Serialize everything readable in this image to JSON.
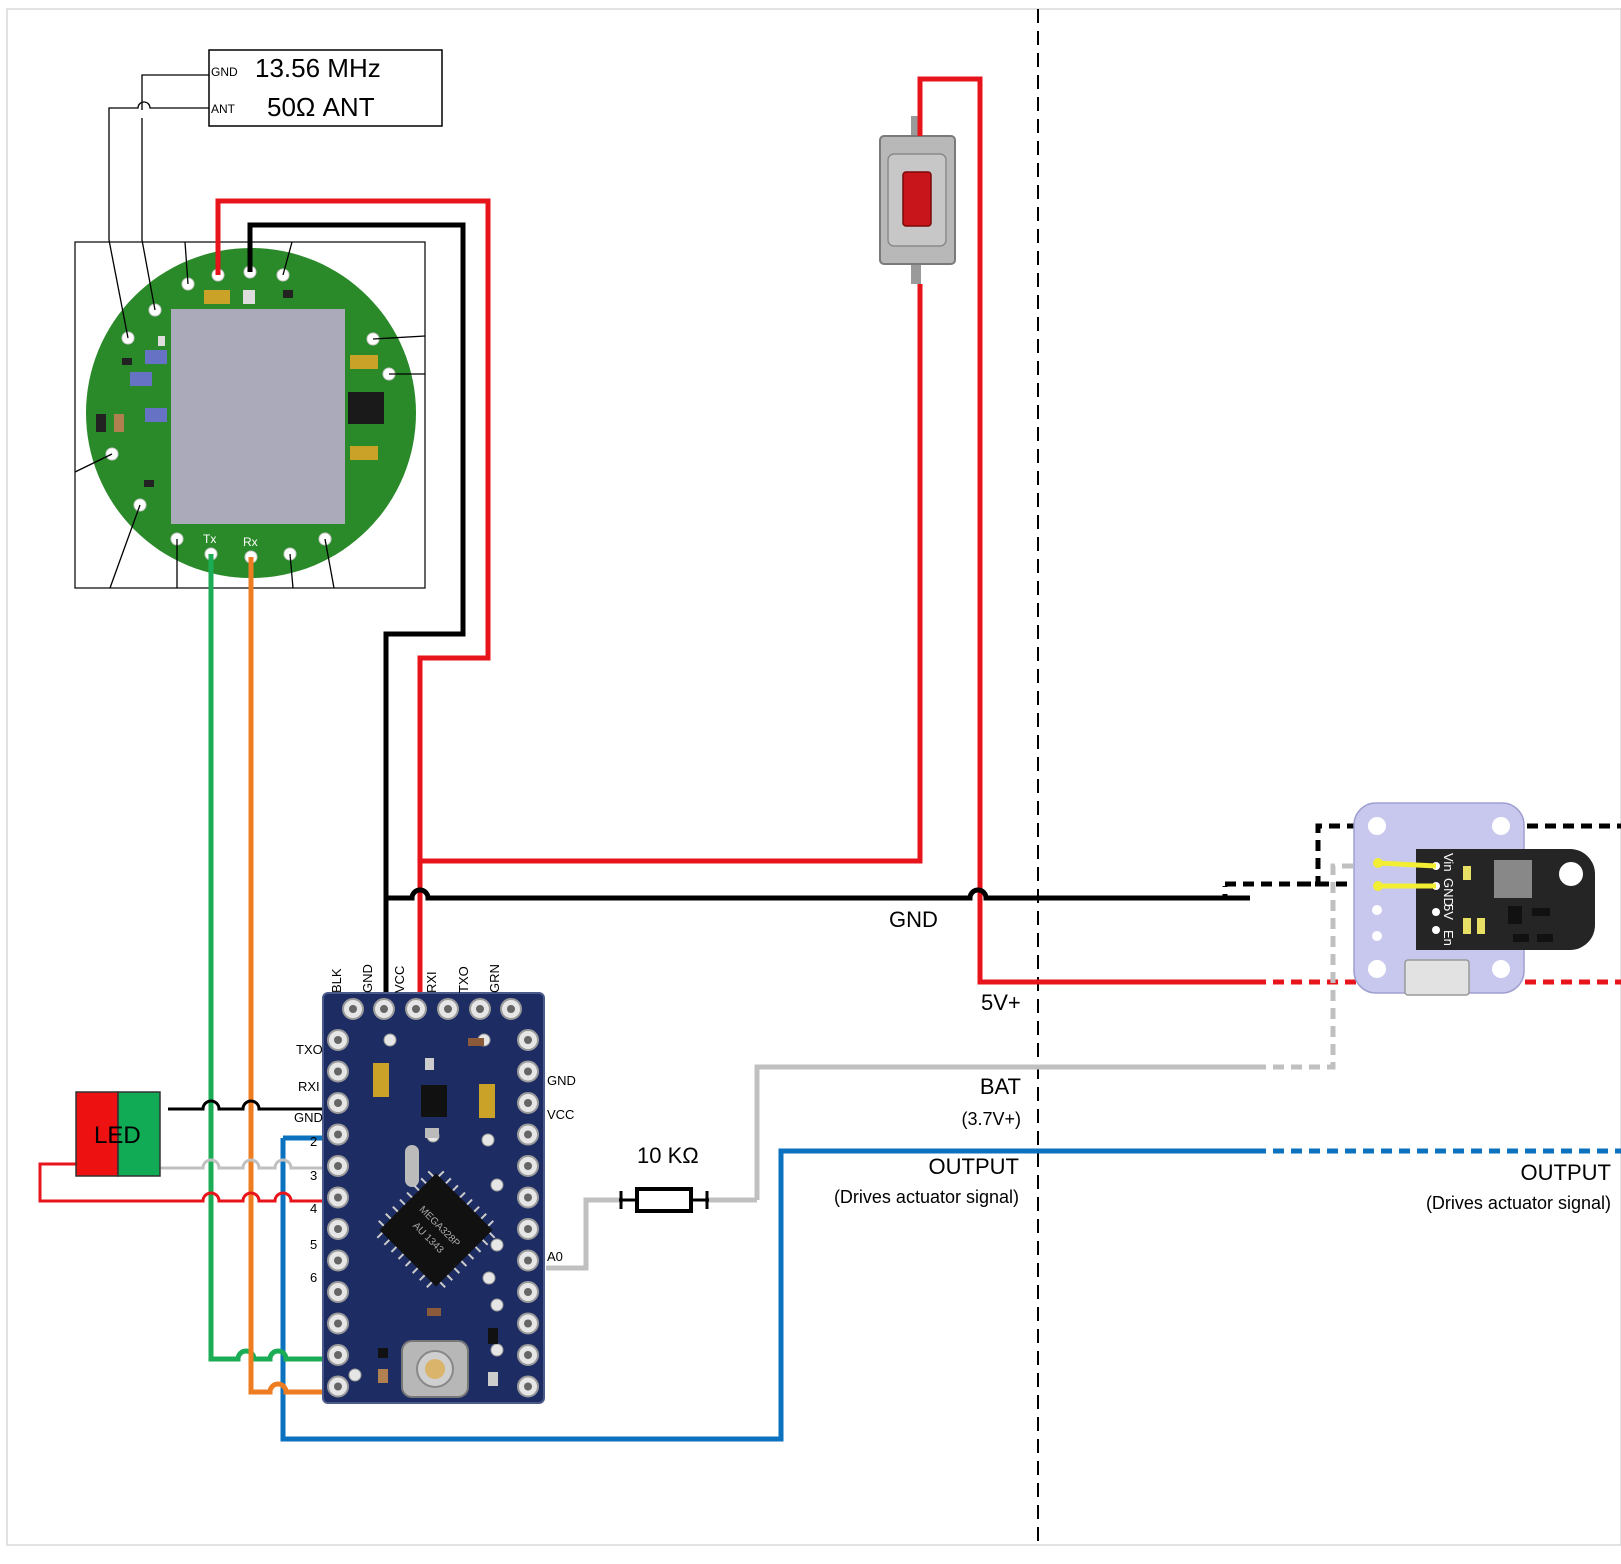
{
  "antenna": {
    "gnd_pin": "GND",
    "ant_pin": "ANT",
    "frequency": "13.56 MHz",
    "impedance": "50Ω ANT"
  },
  "rfid_module": {
    "tx_label": "Tx",
    "rx_label": "Rx"
  },
  "arduino": {
    "top_pins": [
      "BLK",
      "GND",
      "VCC",
      "RXI",
      "TXO",
      "GRN"
    ],
    "left_labels": [
      "TXO",
      "RXI",
      "GND",
      "2",
      "3",
      "4",
      "5",
      "6"
    ],
    "right_labels": [
      "GND",
      "VCC",
      "A0"
    ],
    "chip_text": [
      "MEGA328P",
      "AU 1343"
    ]
  },
  "led": {
    "label": "LED"
  },
  "resistor": {
    "label": "10 KΩ"
  },
  "rails": {
    "gnd": "GND",
    "v5": "5V+",
    "bat": "BAT",
    "bat_note": "(3.7V+)",
    "output": "OUTPUT",
    "output_note": "(Drives actuator signal)"
  },
  "right_panel": {
    "output": "OUTPUT",
    "output_note": "(Drives actuator signal)",
    "charger_pins": [
      "Vin",
      "GND",
      "5V",
      "En"
    ]
  },
  "colors": {
    "power": "#e8141b",
    "ground": "#000000",
    "battery": "#c0c0c0",
    "signal": "#0a72bf",
    "tx": "#1aad55",
    "rx": "#ee7d22",
    "pcb_green": "#2a8a2a",
    "arduino_blue": "#1d2d63",
    "charger_board": "#c8c8ee",
    "charger_module": "#252525"
  }
}
